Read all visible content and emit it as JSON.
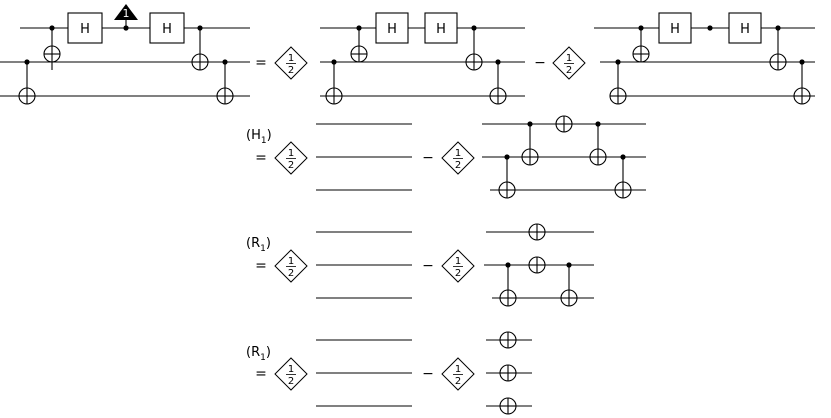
{
  "gate_letter": "H",
  "measure_mark": "1",
  "equals": "=",
  "minus": "−",
  "coefficient": {
    "numerator": "1",
    "denominator": "2"
  },
  "rules": [
    {
      "name": "H",
      "sub": "1"
    },
    {
      "name": "R",
      "sub": "1"
    },
    {
      "name": "R",
      "sub": "1"
    }
  ]
}
